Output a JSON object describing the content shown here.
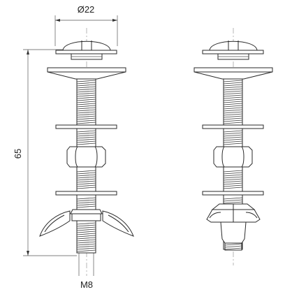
{
  "dimensions": {
    "diameter_label": "Ø22",
    "length_label": "65",
    "thread_label": "M8"
  },
  "views": [
    {
      "name": "assembly-with-wing-nut"
    },
    {
      "name": "assembly-with-expansion-anchor"
    }
  ]
}
